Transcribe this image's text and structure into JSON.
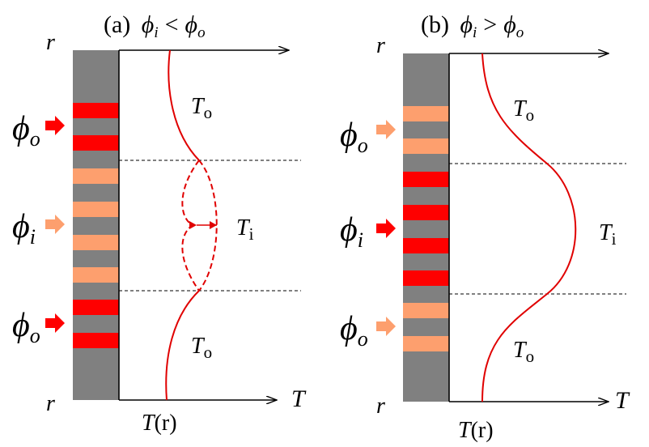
{
  "panels": [
    {
      "title_prefix": "(a)",
      "title_lhs": "ϕ",
      "title_lhs_sub": "i",
      "title_op": "<",
      "title_rhs": "ϕ",
      "title_rhs_sub": "o",
      "r_top": "r",
      "r_bottom": "r",
      "t_axis": "T",
      "t_func": "T",
      "t_func_arg": "(r)",
      "t_outer_top": "T",
      "t_outer_top_sub": "o",
      "t_inner": "T",
      "t_inner_sub": "i",
      "t_outer_bottom": "T",
      "t_outer_bottom_sub": "o",
      "phi_top": "ϕ",
      "phi_top_sub": "o",
      "phi_mid": "ϕ",
      "phi_mid_sub": "i",
      "phi_bot": "ϕ",
      "phi_bot_sub": "o"
    },
    {
      "title_prefix": "(b)",
      "title_lhs": "ϕ",
      "title_lhs_sub": "i",
      "title_op": ">",
      "title_rhs": "ϕ",
      "title_rhs_sub": "o",
      "r_top": "r",
      "r_bottom": "r",
      "t_axis": "T",
      "t_func": "T",
      "t_func_arg": "(r)",
      "t_outer_top": "T",
      "t_outer_top_sub": "o",
      "t_inner": "T",
      "t_inner_sub": "i",
      "t_outer_bottom": "T",
      "t_outer_bottom_sub": "o",
      "phi_top": "ϕ",
      "phi_top_sub": "o",
      "phi_mid": "ϕ",
      "phi_mid_sub": "i",
      "phi_bot": "ϕ",
      "phi_bot_sub": "o"
    }
  ],
  "colors": {
    "column": "#808080",
    "inner_stripe_a": "#fd9f6e",
    "outer_stripe_a": "#fe0000",
    "curve": "#e00000",
    "arrow_strong": "#ff0000",
    "arrow_light": "#fd9f6e"
  }
}
